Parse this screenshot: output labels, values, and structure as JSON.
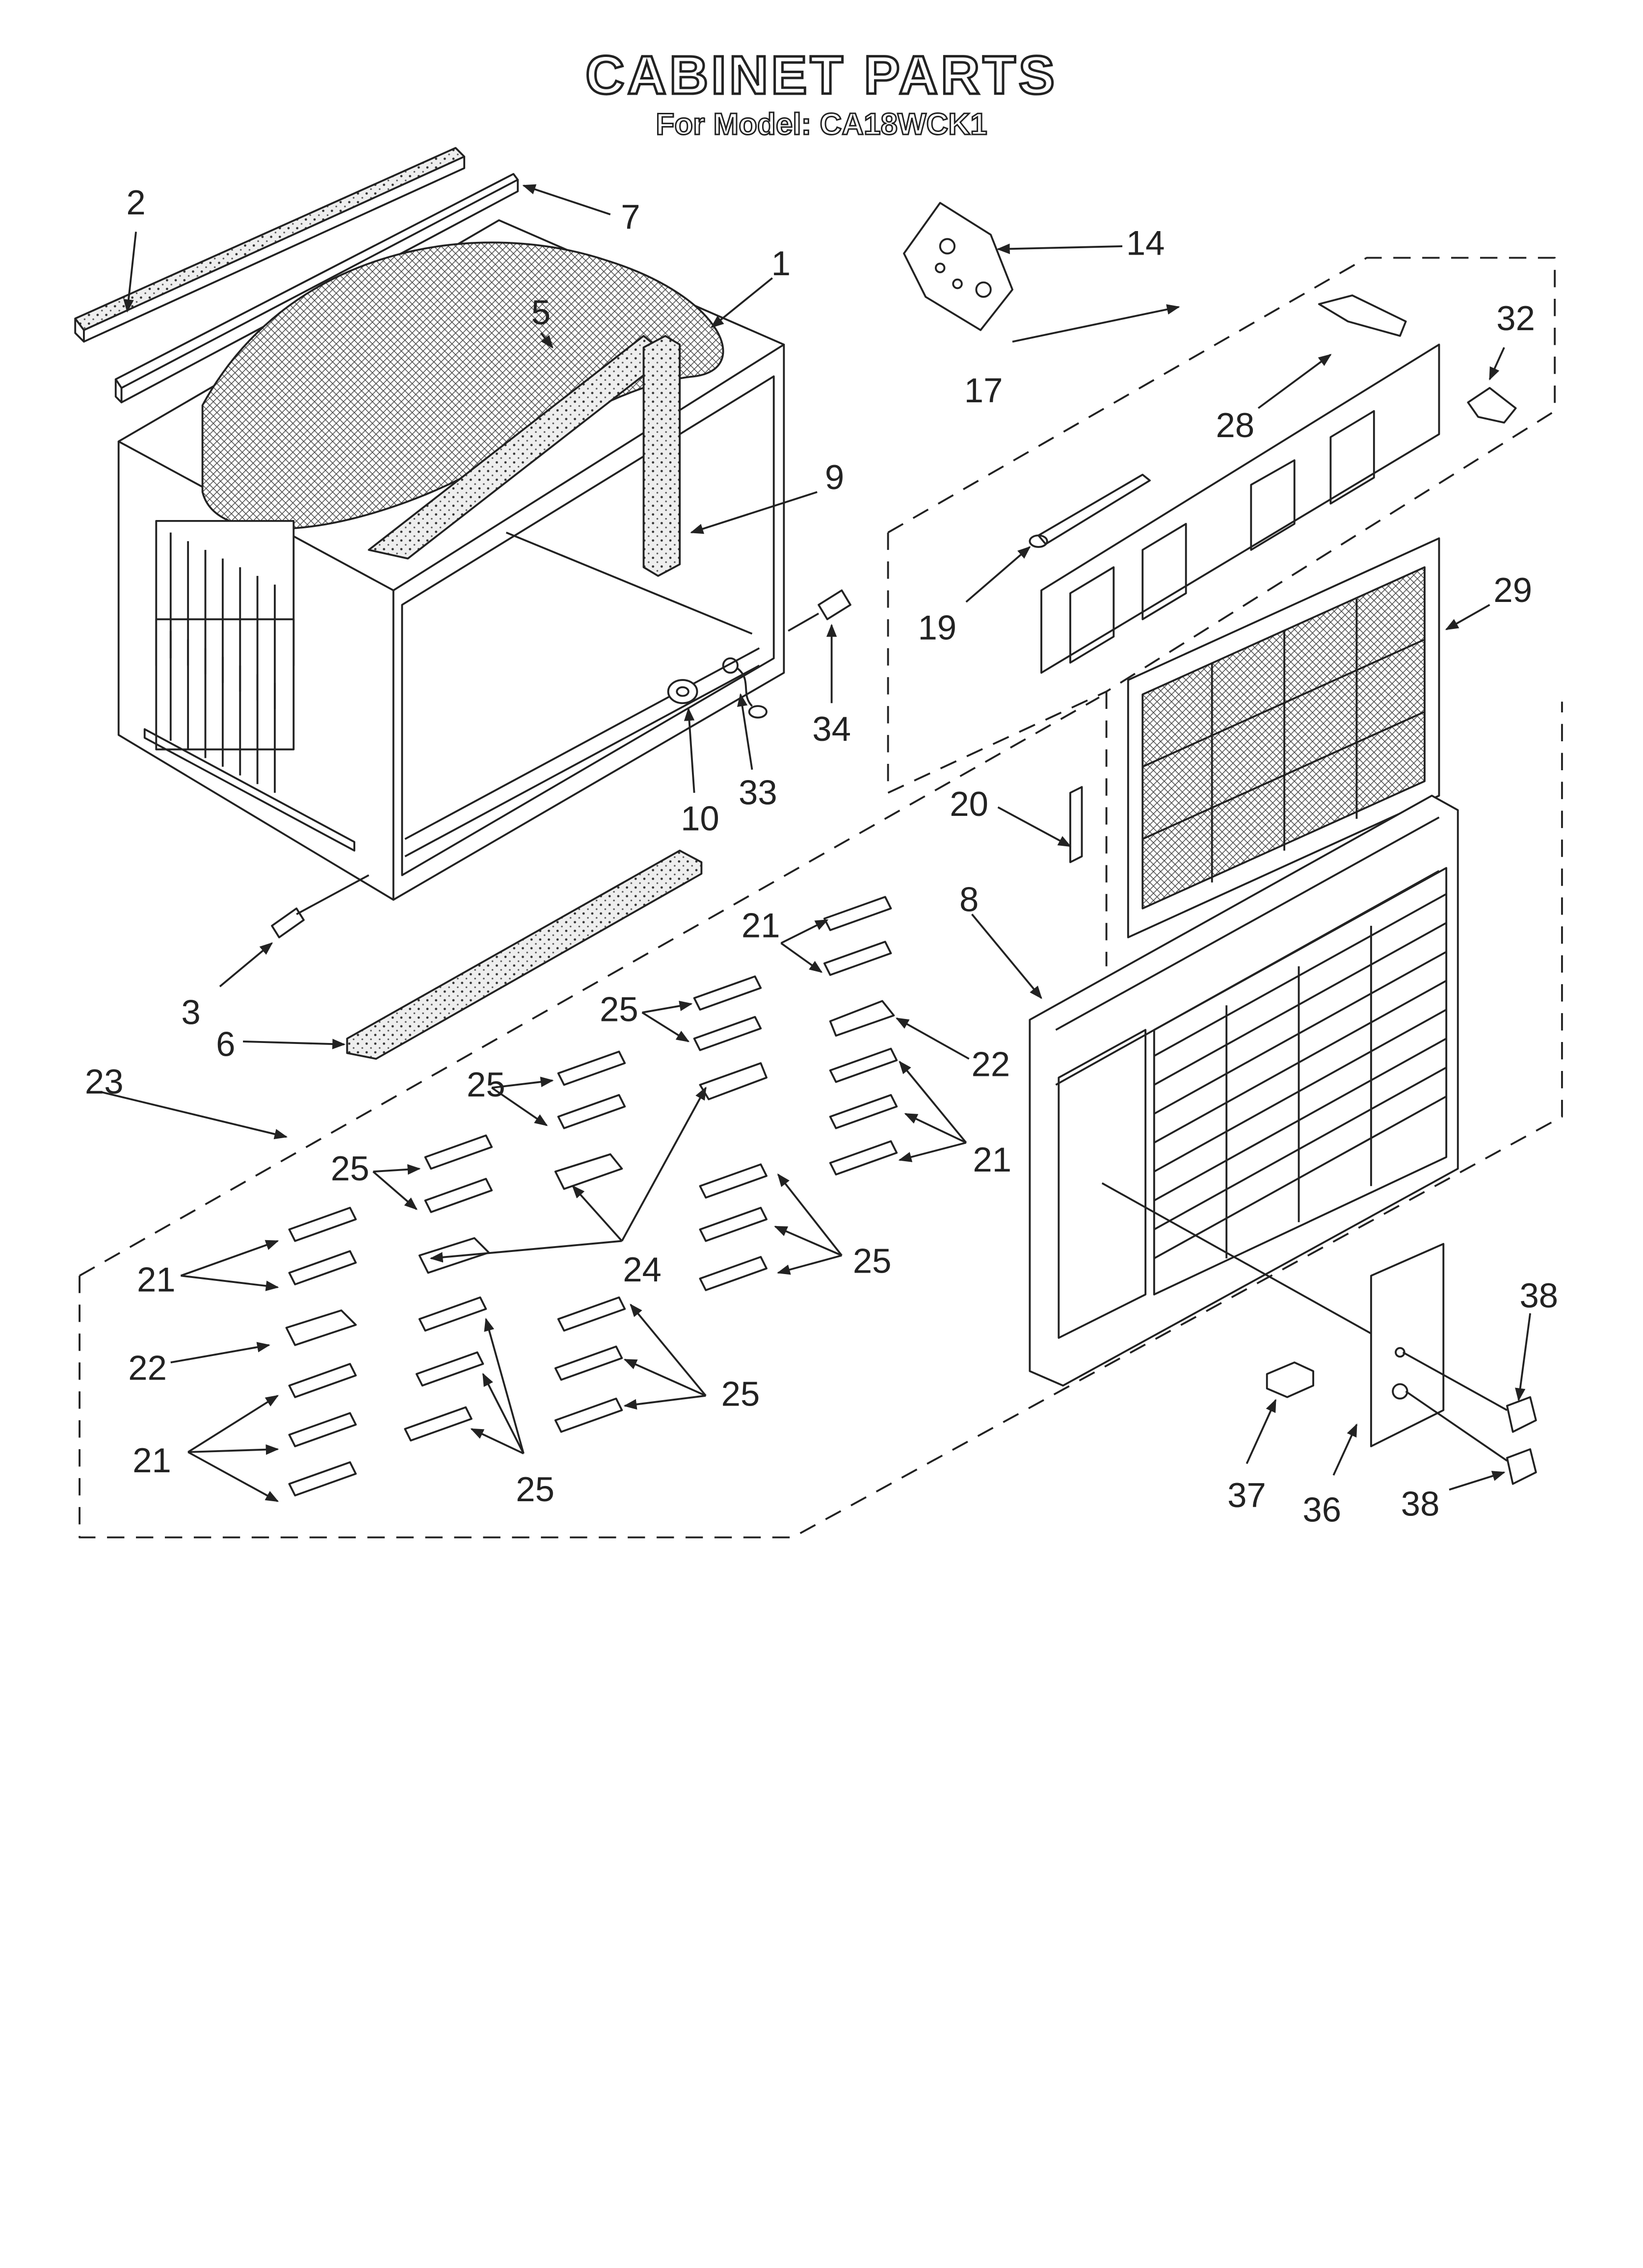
{
  "header": {
    "title": "CABINET PARTS",
    "subtitle": "For Model: CA18WCK1"
  },
  "callouts": {
    "c2": "2",
    "c7": "7",
    "c1": "1",
    "c5": "5",
    "c9": "9",
    "c14": "14",
    "c17": "17",
    "c28": "28",
    "c32": "32",
    "c19": "19",
    "c29": "29",
    "c34": "34",
    "c33": "33",
    "c10": "10",
    "c20": "20",
    "c3": "3",
    "c6": "6",
    "c8": "8",
    "c23": "23",
    "c21a": "21",
    "c25a": "25",
    "c22a": "22",
    "c25b": "25",
    "c21b": "21",
    "c25c": "25",
    "c21c": "21",
    "c24": "24",
    "c25d": "25",
    "c22b": "22",
    "c25e": "25",
    "c21d": "21",
    "c25f": "25",
    "c38a": "38",
    "c37": "37",
    "c36": "36",
    "c38b": "38"
  },
  "colors": {
    "ink": "#222222",
    "paper": "#ffffff",
    "foam": "#e8e8e8"
  }
}
